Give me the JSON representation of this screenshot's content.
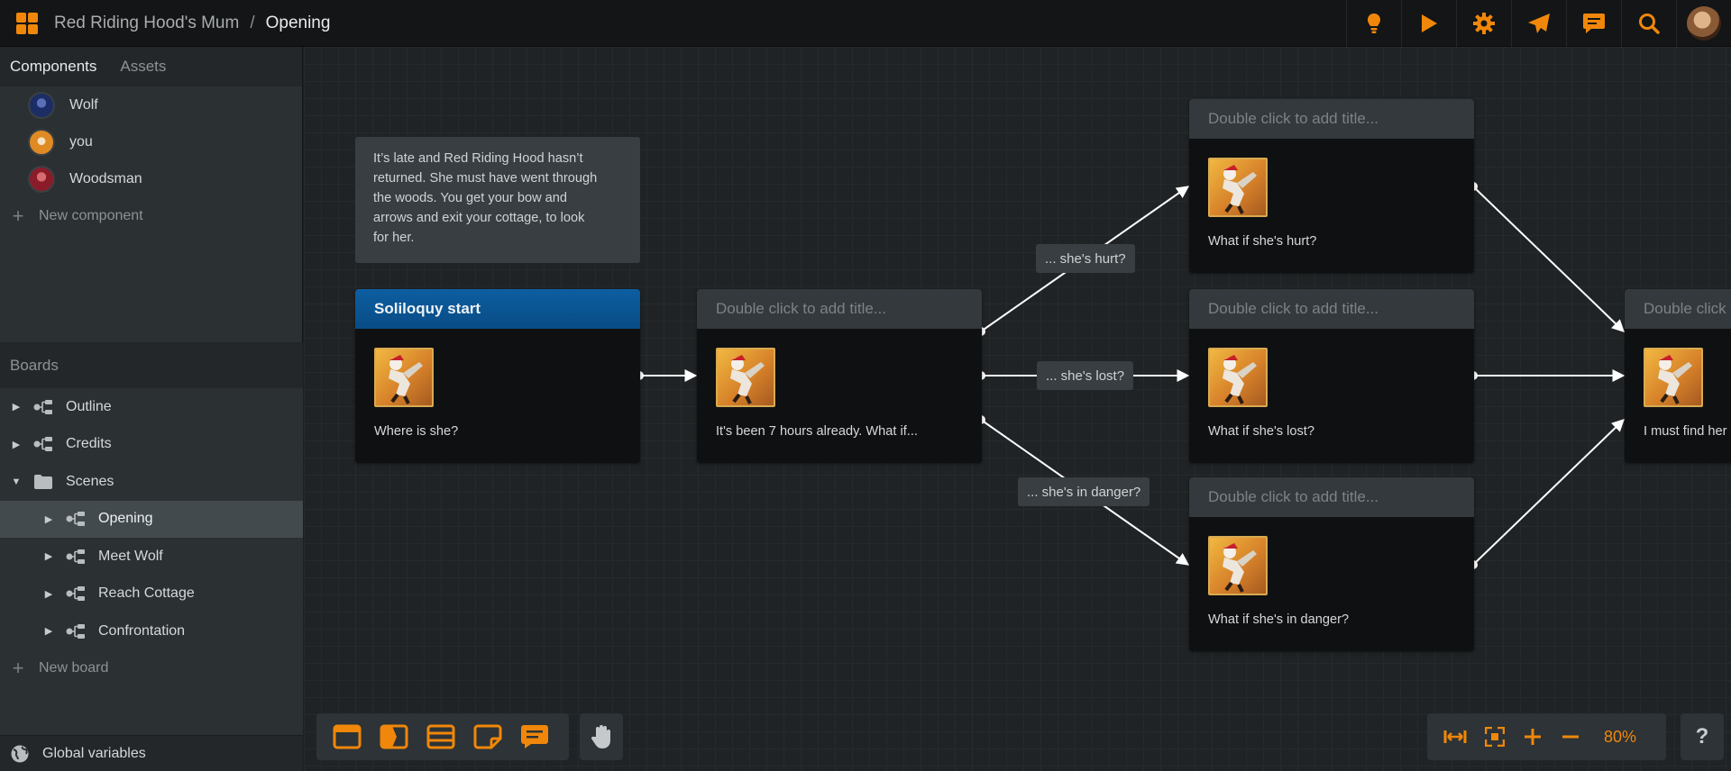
{
  "header": {
    "project": "Red Riding Hood's Mum",
    "separator": "/",
    "board": "Opening",
    "icons": [
      "apps-icon",
      "lightbulb-icon",
      "play-icon",
      "gear-icon",
      "send-icon",
      "comment-icon",
      "search-icon",
      "user-avatar"
    ]
  },
  "sidebar": {
    "tabs": [
      "Components",
      "Assets"
    ],
    "components": [
      {
        "name": "Wolf",
        "color": "#1c2d66"
      },
      {
        "name": "you",
        "color": "#e08a24"
      },
      {
        "name": "Woodsman",
        "color": "#8a1c2a"
      }
    ],
    "new_component": "New component",
    "boards_heading": "Boards",
    "boards": [
      {
        "label": "Outline",
        "kind": "board",
        "expanded": false
      },
      {
        "label": "Credits",
        "kind": "board",
        "expanded": false
      },
      {
        "label": "Scenes",
        "kind": "folder",
        "expanded": true
      },
      {
        "label": "Opening",
        "kind": "board",
        "selected": true
      },
      {
        "label": "Meet Wolf",
        "kind": "board"
      },
      {
        "label": "Reach Cottage",
        "kind": "board"
      },
      {
        "label": "Confrontation",
        "kind": "board"
      }
    ],
    "new_board": "New board",
    "global_variables": "Global variables"
  },
  "canvas": {
    "note": "It's late and Red Riding Hood hasn't returned. She must have went through the woods. You get your bow and arrows and exit your cottage, to look for her.",
    "note_lines": [
      "It’s late and Red Riding Hood hasn’t",
      "returned. She must have went through",
      "the woods. You get your bow and",
      "arrows and exit your cottage, to look",
      "for her."
    ],
    "cards": [
      {
        "title": "Soliloquy start",
        "placeholder": false,
        "text": "Where is she?"
      },
      {
        "title": "Double click to add title...",
        "placeholder": true,
        "text": "It's been 7 hours already. What if..."
      },
      {
        "title": "Double click to add title...",
        "placeholder": true,
        "text": "What if she's hurt?"
      },
      {
        "title": "Double click to add title...",
        "placeholder": true,
        "text": "What if she's lost?"
      },
      {
        "title": "Double click to add title...",
        "placeholder": true,
        "text": "What if she's in danger?"
      },
      {
        "title": "Double click to add title...",
        "placeholder": true,
        "text": "I must find her"
      }
    ],
    "branch_labels": [
      "... she's hurt?",
      "... she's lost?",
      "... she's in danger?"
    ]
  },
  "bottom_toolbar": {
    "tools": [
      "node-tool-icon",
      "branch-tool-icon",
      "list-tool-icon",
      "note-tool-icon",
      "comment-tool-icon"
    ],
    "hand": "hand-icon",
    "zoom_controls": [
      "fit-width-icon",
      "fit-screen-icon",
      "zoom-in-icon",
      "zoom-out-icon"
    ],
    "zoom": "80%",
    "help": "?"
  },
  "colors": {
    "accent": "#f0870a",
    "start_title": "#0c5ea1"
  }
}
